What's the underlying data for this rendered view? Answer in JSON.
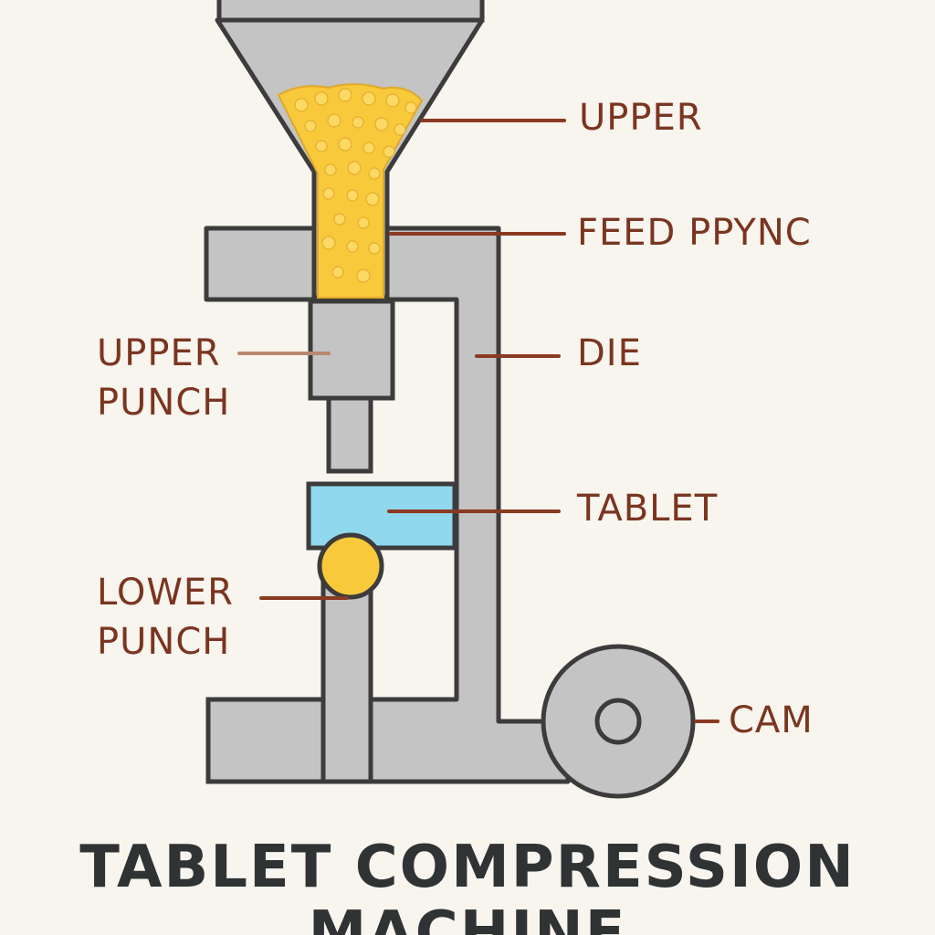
{
  "diagram": {
    "title_line1": "TABLET COMPRESSION",
    "title_line2": "MACHINE",
    "labels": {
      "upper": "UPPER",
      "feed": "FEED PPYNC",
      "upper_punch_line1": "UPPER",
      "upper_punch_line2": "PUNCH",
      "die": "DIE",
      "tablet": "TABLET",
      "lower_punch_line1": "LOWER",
      "lower_punch_line2": "PUNCH",
      "cam": "CAM"
    },
    "colors": {
      "background": "#f8f4ee",
      "metal": "#c4c4c4",
      "outline": "#3c3c3c",
      "granules": "#f8c93a",
      "tablet": "#8fd8ee",
      "label_text": "#7a3520",
      "leader_line": "#8a3a22",
      "title_text": "#2f3333"
    }
  }
}
